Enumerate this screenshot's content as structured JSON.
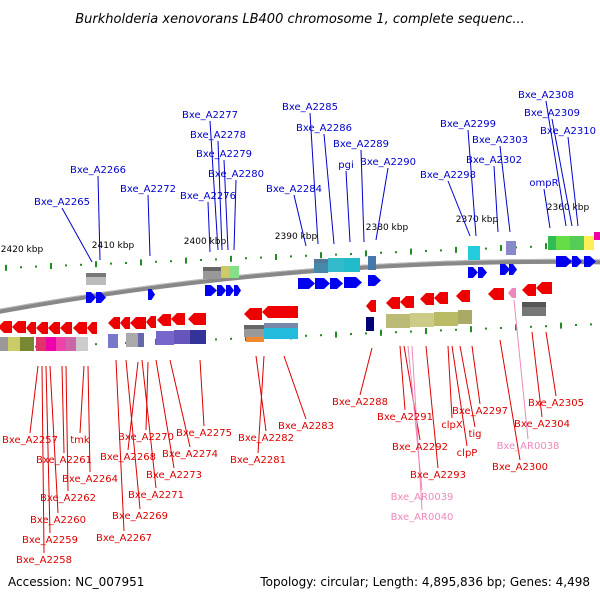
{
  "title": "Burkholderia xenovorans LB400 chromosome 1, complete sequenc...",
  "footer": {
    "accession": "Accession: NC_007951",
    "topology": "Topology: circular; Length: 4,895,836 bp; Genes: 4,498"
  },
  "colors": {
    "forward_label": "#0000cc",
    "reverse_label": "#dd0000",
    "rna_label": "#ee88bb",
    "backbone": "#888888",
    "tick_green": "#228b22"
  },
  "ticks": [
    "2420 kbp",
    "2410 kbp",
    "2400 kbp",
    "2390 kbp",
    "2380 kbp",
    "2370 kbp",
    "2360 kbp"
  ],
  "forward_labels": [
    "Bxe_A2265",
    "Bxe_A2266",
    "Bxe_A2272",
    "Bxe_A2276",
    "Bxe_A2277",
    "Bxe_A2278",
    "Bxe_A2279",
    "Bxe_A2280",
    "Bxe_A2284",
    "Bxe_A2285",
    "Bxe_A2286",
    "pgi",
    "Bxe_A2289",
    "Bxe_A2290",
    "Bxe_A2298",
    "Bxe_A2299",
    "Bxe_A2302",
    "Bxe_A2303",
    "ompR",
    "Bxe_A2308",
    "Bxe_A2309",
    "Bxe_A2310"
  ],
  "reverse_labels": [
    "Bxe_A2257",
    "tmk",
    "Bxe_A2261",
    "Bxe_A2264",
    "Bxe_A2262",
    "Bxe_A2260",
    "Bxe_A2259",
    "Bxe_A2258",
    "Bxe_A2270",
    "Bxe_A2268",
    "Bxe_A2274",
    "Bxe_A2273",
    "Bxe_A2271",
    "Bxe_A2269",
    "Bxe_A2267",
    "Bxe_A2275",
    "Bxe_A2282",
    "Bxe_A2281",
    "Bxe_A2283",
    "Bxe_A2288",
    "Bxe_A2291",
    "Bxe_A2292",
    "Bxe_A2293",
    "clpX",
    "tig",
    "clpP",
    "Bxe_A2297",
    "Bxe_A2300",
    "Bxe_A2304",
    "Bxe_A2305"
  ],
  "rna_labels": [
    "Bxe_AR0038",
    "Bxe_AR0039",
    "Bxe_AR0040"
  ]
}
